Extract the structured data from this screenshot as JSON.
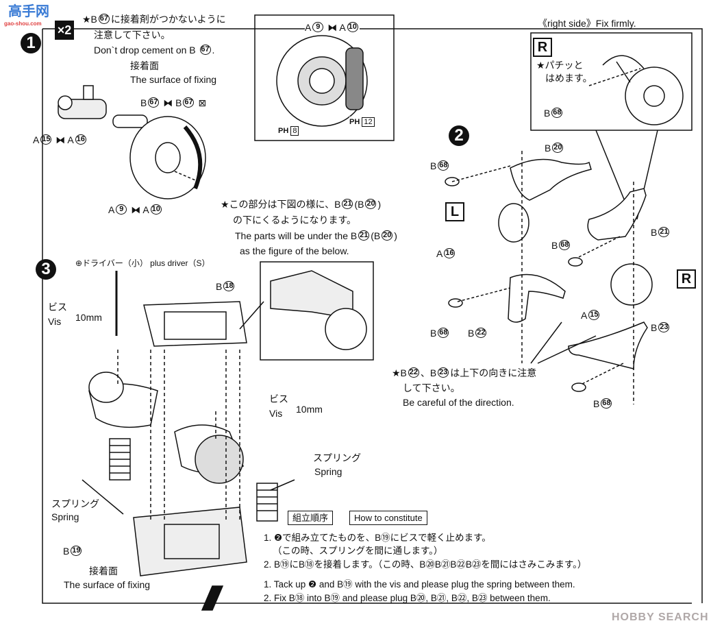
{
  "watermarks": {
    "top_left": "高手网",
    "top_left_sub": "gao-shou.com",
    "bottom_right": "HOBBY SEARCH"
  },
  "step1": {
    "badge": "1",
    "multiplier": "×2",
    "note_jp_1": "★B",
    "note_jp_part": "67",
    "note_jp_1b": "に接着剤がつかないように",
    "note_jp_2": "注意して下さい。",
    "note_en": "Don`t drop cement on B",
    "note_en_part": "67",
    "note_en_end": ".",
    "surface_jp": "接着面",
    "surface_en": "The surface of fixing",
    "pair_b": {
      "left": "B",
      "left_num": "67",
      "right": "B",
      "right_num": "67"
    },
    "pair_a_top": {
      "left": "A",
      "left_num": "15",
      "right": "A",
      "right_num": "16"
    },
    "pair_a_bottom": {
      "left": "A",
      "left_num": "9",
      "right": "A",
      "right_num": "10"
    },
    "below_note_jp_1": "★この部分は下図の様に、B",
    "below_p1": "21",
    "below_p2": "20",
    "below_note_jp_2": "の下にくるようになります。",
    "below_note_en_1": "The parts will be under the B",
    "below_note_en_2": "as the figure of the below."
  },
  "inset_disc": {
    "left": "A",
    "left_num": "9",
    "right": "A",
    "right_num": "10",
    "paint_left": "8",
    "paint_right": "12",
    "paint_prefix": "PH"
  },
  "inset_right": {
    "caption": "《right side》Fix firmly.",
    "side": "R",
    "note_1": "★パチッと",
    "note_2": "はめます。",
    "part": "B",
    "part_num": "68"
  },
  "step2": {
    "badge": "2",
    "left_side": "L",
    "right_side": "R",
    "labels": [
      {
        "p": "B",
        "n": "20"
      },
      {
        "p": "B",
        "n": "68"
      },
      {
        "p": "A",
        "n": "16"
      },
      {
        "p": "B",
        "n": "21"
      },
      {
        "p": "B",
        "n": "68"
      },
      {
        "p": "A",
        "n": "15"
      },
      {
        "p": "B",
        "n": "22"
      },
      {
        "p": "B",
        "n": "68"
      },
      {
        "p": "B",
        "n": "23"
      },
      {
        "p": "B",
        "n": "68"
      }
    ],
    "note_jp_1a": "★B",
    "note_n1": "22",
    "note_sep": "、B",
    "note_n2": "23",
    "note_jp_1b": "は上下の向きに注意",
    "note_jp_2": "して下さい。",
    "note_en": "Be careful of the direction."
  },
  "step3": {
    "badge": "3",
    "driver": "⊕ドライバー（小） plus driver（S）",
    "b18": {
      "p": "B",
      "n": "18"
    },
    "b19": {
      "p": "B",
      "n": "19"
    },
    "screw_jp": "ビス",
    "screw_en": "Vis",
    "screw_size": "10mm",
    "spring_jp": "スプリング",
    "spring_en": "Spring",
    "surface_jp": "接着面",
    "surface_en": "The surface of fixing"
  },
  "instructions": {
    "tag_jp": "組立順序",
    "tag_en": "How to constitute",
    "jp1": "1. ❷で組み立てたものを、B⑲にビスで軽く止めます。",
    "jp1b": "（この時、スプリングを間に通します。）",
    "jp2": "2. B⑲にB⑱を接着します。（この時、B⑳B㉑B㉒B㉓を間にはさみこみます。）",
    "en1": "1. Tack up ❷ and B⑲ with the vis and please plug the spring between them.",
    "en2": "2. Fix B⑱ into B⑲ and please plug B⑳, B㉑, B㉒, B㉓ between them."
  }
}
